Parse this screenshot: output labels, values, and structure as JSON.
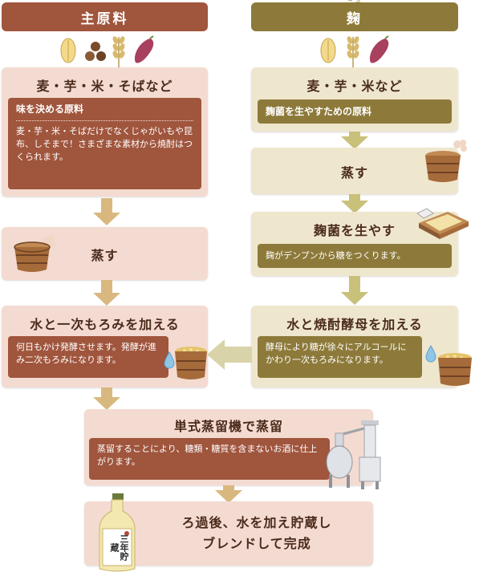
{
  "left_column": {
    "header": "主原料",
    "materials_box": {
      "title": "麦・芋・米・そばなど",
      "panel_heading": "味を決める原料",
      "panel_text": "麦・芋・米・そばだけでなくじゃがいもや昆布、しそまで！さまざまな素材から焼酎はつくられます。"
    },
    "steam_box": {
      "title": "蒸す"
    },
    "mash_box": {
      "title": "水と一次もろみを加える",
      "panel_text": "何日もかけ発酵させます。発酵が進み二次もろみになります。"
    }
  },
  "right_column": {
    "header": "麹",
    "header_ruby": "こうじ",
    "materials_box": {
      "title": "麦・芋・米など",
      "panel_text": "麹菌を生やすための原料"
    },
    "steam_box": {
      "title": "蒸す"
    },
    "koji_box": {
      "title": "麹菌を生やす",
      "panel_text": "麹がデンプンから糖をつくります。"
    },
    "yeast_box": {
      "title": "水と焼酎酵母を加える",
      "panel_text": "酵母により糖が徐々にアルコールにかわり一次もろみになります。"
    }
  },
  "distill_box": {
    "title": "単式蒸留機で蒸留",
    "panel_text": "蒸留することにより、糖類・糖質を含まないお酒に仕上がります。"
  },
  "final_box": {
    "title_line1": "ろ過後、水を加え貯蔵し",
    "title_line2": "ブレンドして完成",
    "bottle_label": "三年貯蔵"
  },
  "colors": {
    "left_header": "#a0553d",
    "right_header": "#8d7a3a",
    "left_box_bg": "#f4dbd1",
    "right_box_bg": "#efe6ce",
    "arrow": "#d9b87f"
  },
  "icons": [
    "barley-icon",
    "beans-icon",
    "wheat-icon",
    "sweet-potato-icon",
    "wooden-steamer-icon",
    "koji-tray-icon",
    "fermentation-tub-icon",
    "water-drop-icon",
    "still-machine-icon",
    "shochu-bottle-icon"
  ]
}
